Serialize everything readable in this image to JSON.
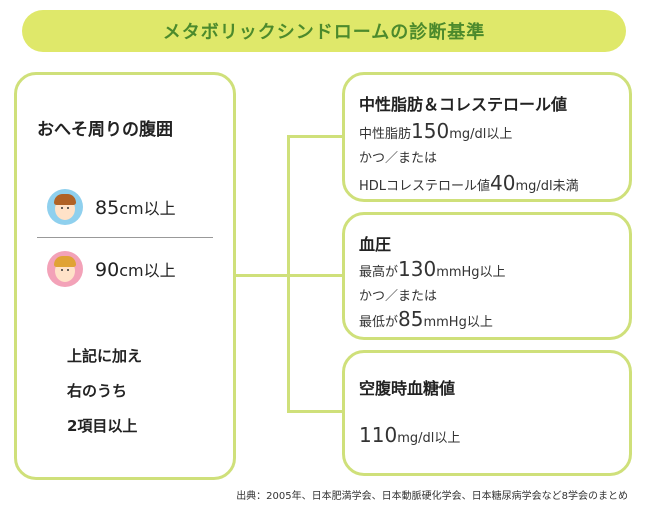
{
  "title": "メタボリックシンドロームの診断基準",
  "waist": {
    "title": "おへそ周りの腹囲",
    "male": {
      "value": "85",
      "unit": "cm以上"
    },
    "female": {
      "value": "90",
      "unit": "cm以上"
    },
    "notes": [
      "上記に加え",
      "右のうち",
      "2項目以上"
    ]
  },
  "lipid": {
    "title": "中性脂肪＆コレステロール値",
    "line1": {
      "prefix": "中性脂肪",
      "value": "150",
      "suffix": "mg/dl以上"
    },
    "line2": "かつ／または",
    "line3": {
      "prefix": "HDLコレステロール値",
      "value": "40",
      "suffix": "mg/dl未満"
    }
  },
  "bp": {
    "title": "血圧",
    "line1": {
      "prefix": "最高が",
      "value": "130",
      "suffix": "mmHg以上"
    },
    "line2": "かつ／または",
    "line3": {
      "prefix": "最低が",
      "value": "85",
      "suffix": "mmHg以上"
    }
  },
  "glucose": {
    "title": "空腹時血糖値",
    "line1": {
      "value": "110",
      "suffix": "mg/dl以上"
    }
  },
  "source": "出典：2005年、日本肥満学会、日本動脈硬化学会、日本糖尿病学会など8学会のまとめ",
  "colors": {
    "banner": "#dfe86a",
    "banner_text": "#4c8a2c",
    "border": "#cfe07a"
  }
}
